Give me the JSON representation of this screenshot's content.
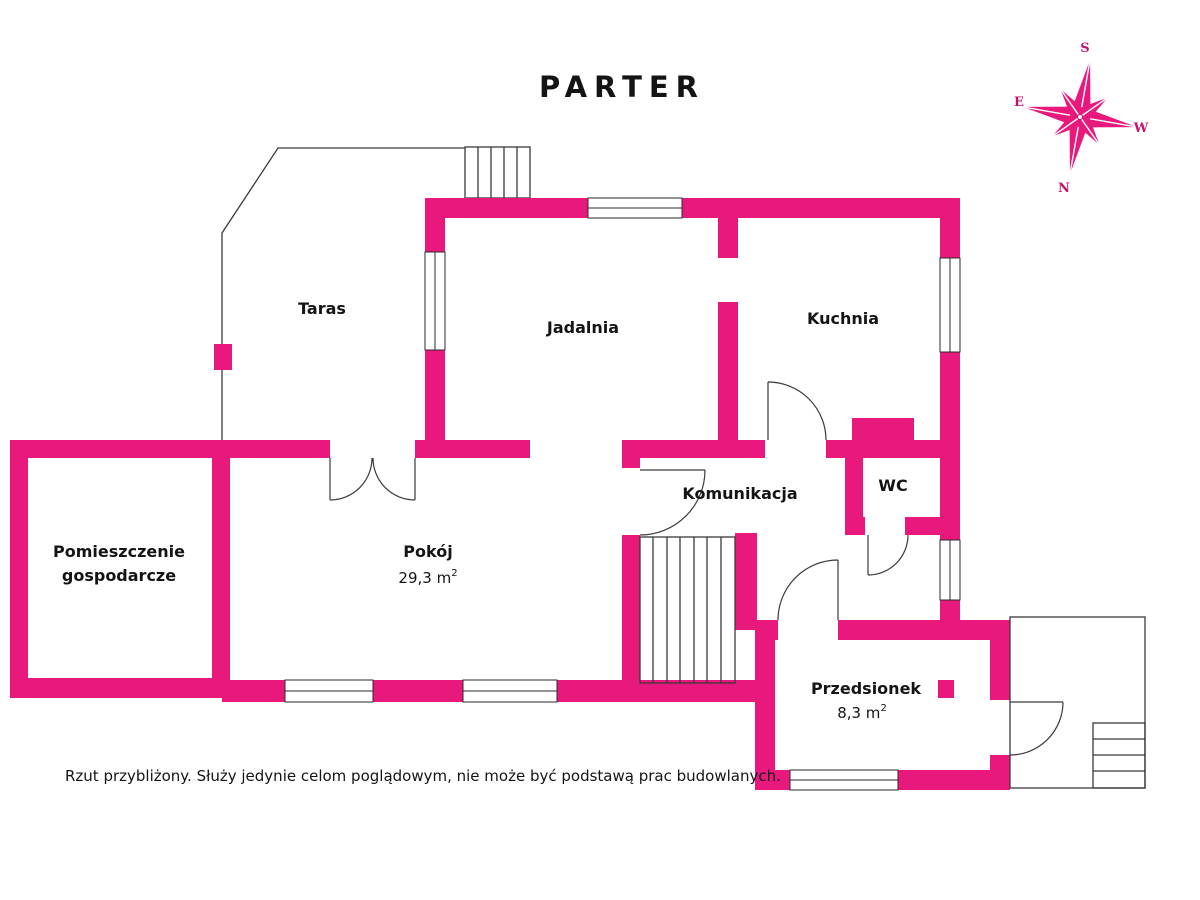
{
  "title": "PARTER",
  "disclaimer": "Rzut przybliżony. Służy jedynie celom poglądowym, nie może być podstawą prac budowlanych.",
  "rooms": {
    "taras": {
      "label": "Taras"
    },
    "jadalnia": {
      "label": "Jadalnia"
    },
    "kuchnia": {
      "label": "Kuchnia"
    },
    "komunikacja": {
      "label": "Komunikacja"
    },
    "wc": {
      "label": "WC"
    },
    "pomieszczenie": {
      "line1": "Pomieszczenie",
      "line2": "gospodarcze"
    },
    "pokoj": {
      "label": "Pokój",
      "area": "29,3 m",
      "area_sup": "2"
    },
    "przedsionek": {
      "label": "Przedsionek",
      "area": "8,3 m",
      "area_sup": "2"
    }
  },
  "compass": {
    "top": "S",
    "left": "E",
    "right": "W",
    "bottom": "N"
  },
  "colors": {
    "wall": "#e8187c",
    "text": "#141414"
  }
}
